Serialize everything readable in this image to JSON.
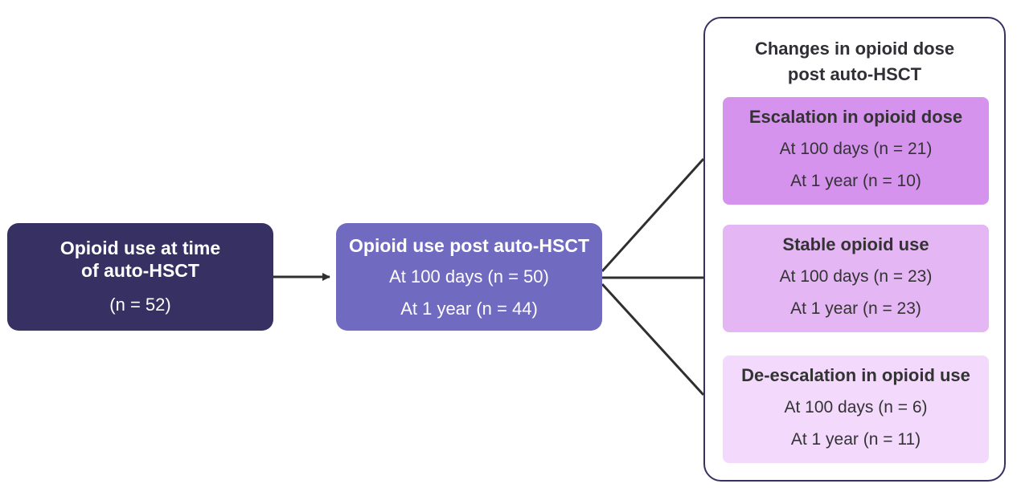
{
  "colors": {
    "start_box": "#373163",
    "mid_box": "#706ac0",
    "escalation": "#d593ee",
    "stable": "#e5b6f4",
    "deescalation": "#f3d9fb",
    "connector": "#2f2f2f",
    "panel_border": "#373163"
  },
  "start": {
    "title_line1": "Opioid use at time",
    "title_line2": "of auto-HSCT",
    "n_label": "(n = 52)"
  },
  "post": {
    "title": "Opioid use post auto-HSCT",
    "day100": "At 100 days (n = 50)",
    "year1": "At 1 year (n = 44)"
  },
  "changes": {
    "title_line1": "Changes in opioid dose",
    "title_line2": "post auto-HSCT",
    "items": [
      {
        "title": "Escalation in opioid dose",
        "day100": "At 100 days (n = 21)",
        "year1": "At 1 year (n = 10)",
        "color_key": "escalation"
      },
      {
        "title": "Stable opioid use",
        "day100": "At 100 days (n = 23)",
        "year1": "At 1 year (n = 23)",
        "color_key": "stable"
      },
      {
        "title": "De-escalation in opioid use",
        "day100": "At 100 days (n = 6)",
        "year1": "At 1 year (n = 11)",
        "color_key": "deescalation"
      }
    ]
  }
}
